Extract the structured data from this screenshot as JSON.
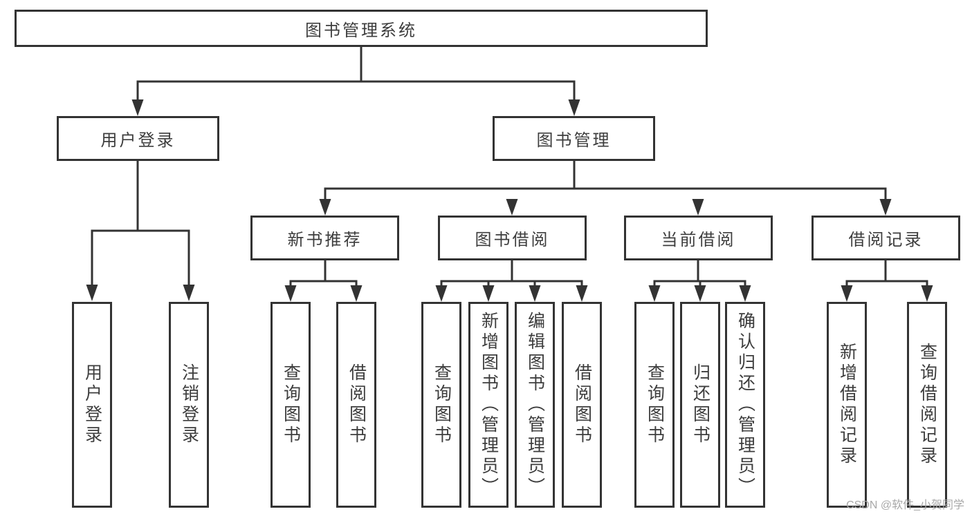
{
  "diagram": {
    "root": {
      "label": "图书管理系统"
    },
    "user_login": {
      "label": "用户登录",
      "children": [
        {
          "label": "用户登录"
        },
        {
          "label": "注销登录"
        }
      ]
    },
    "book_management": {
      "label": "图书管理",
      "groups": [
        {
          "label": "新书推荐",
          "children": [
            {
              "label": "查询图书"
            },
            {
              "label": "借阅图书"
            }
          ]
        },
        {
          "label": "图书借阅",
          "children": [
            {
              "label": "查询图书"
            },
            {
              "label": "新增图书（管理员）"
            },
            {
              "label": "编辑图书（管理员）"
            },
            {
              "label": "借阅图书"
            }
          ]
        },
        {
          "label": "当前借阅",
          "children": [
            {
              "label": "查询图书"
            },
            {
              "label": "归还图书"
            },
            {
              "label": "确认归还（管理员）"
            }
          ]
        },
        {
          "label": "借阅记录",
          "children": [
            {
              "label": "新增借阅记录"
            },
            {
              "label": "查询借阅记录"
            }
          ]
        }
      ]
    },
    "watermark": "CSDN @软件_小贺同学"
  },
  "colors": {
    "line": "#333333",
    "text": "#3d3d3d",
    "watermark": "#a8a8a8",
    "background": "#ffffff"
  }
}
